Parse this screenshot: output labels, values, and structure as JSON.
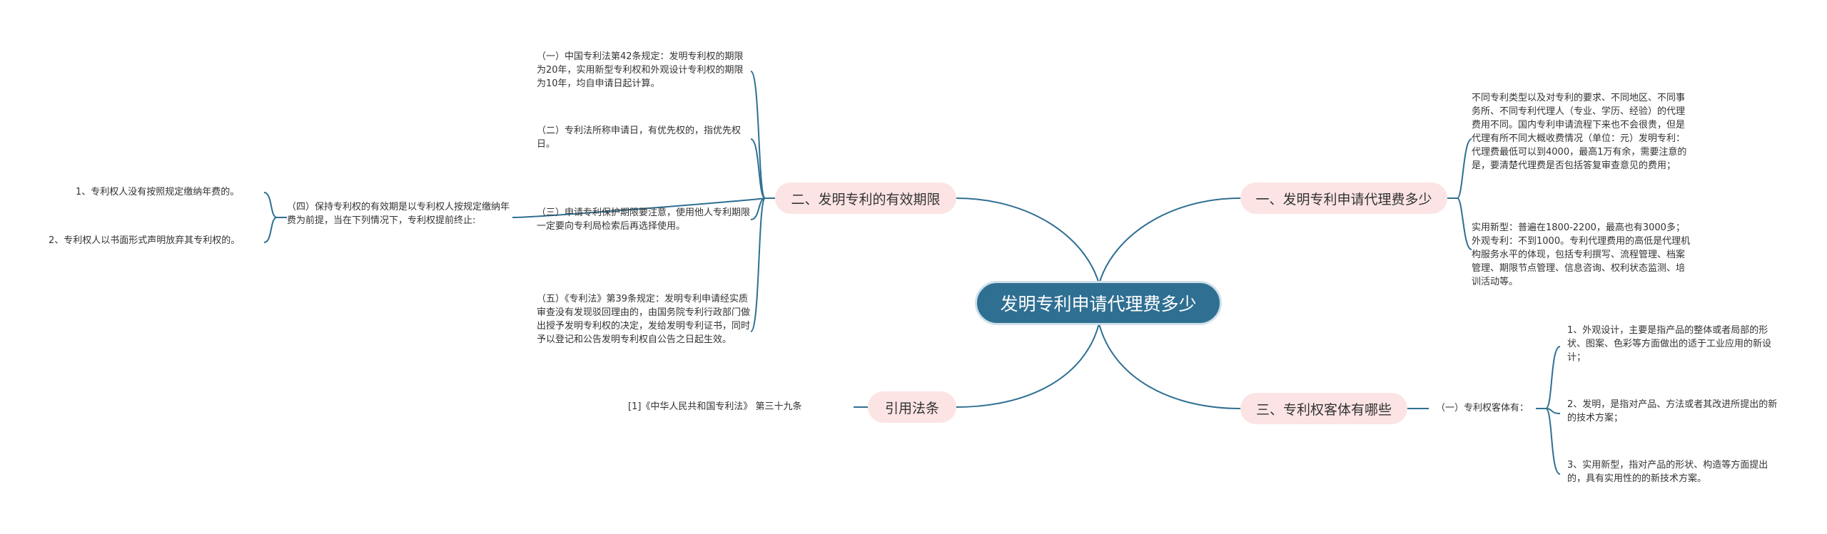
{
  "colors": {
    "root_fill": "#2f6f92",
    "branch_fill": "#fce4e4",
    "line": "#2f6f92",
    "text": "#333333"
  },
  "root": {
    "label": "发明专利申请代理费多少"
  },
  "b1": {
    "label": "一、发明专利申请代理费多少",
    "items": [
      "不同专利类型以及对专利的要求、不同地区、不同事务所、不同专利代理人（专业、学历、经验）的代理费用不同。国内专利申请流程下来也不会很贵，但是代理有所不同大概收费情况（单位：元）发明专利：代理费最低可以到4000，最高1万有余，需要注意的是，要清楚代理费是否包括答复审查意见的费用；",
      "实用新型：普遍在1800-2200，最高也有3000多；外观专利：不到1000。专利代理费用的高低是代理机构服务水平的体现，包括专利撰写、流程管理、档案管理、期限节点管理、信息咨询、权利状态监测、培训活动等。"
    ]
  },
  "b2": {
    "label": "二、发明专利的有效期限",
    "items": [
      "（一）中国专利法第42条规定：发明专利权的期限为20年，实用新型专利权和外观设计专利权的期限为10年，均自申请日起计算。",
      "（二）专利法所称申请日，有优先权的，指优先权日。",
      "（三）申请专利保护期限要注意，使用他人专利期限一定要向专利局检索后再选择使用。",
      "（五）《专利法》第39条规定：发明专利申请经实质审查没有发现驳回理由的，由国务院专利行政部门做出授予发明专利权的决定，发给发明专利证书，同时予以登记和公告发明专利权自公告之日起生效。"
    ],
    "sub": {
      "label": "（四）保持专利权的有效期是以专利权人按规定缴纳年费为前提，当在下列情况下，专利权提前终止:",
      "items": [
        "1、专利权人没有按照规定缴纳年费的。",
        "2、专利权人以书面形式声明放弃其专利权的。"
      ]
    }
  },
  "b3": {
    "label": "三、专利权客体有哪些",
    "sub": {
      "label": "（一）专利权客体有：",
      "items": [
        "1、外观设计，主要是指产品的整体或者局部的形状、图案、色彩等方面做出的适于工业应用的新设计；",
        "2、发明，是指对产品、方法或者其改进所提出的新的技术方案；",
        "3、实用新型，指对产品的形状、构造等方面提出的，具有实用性的的新技术方案。"
      ]
    }
  },
  "b4": {
    "label": "引用法条",
    "items": [
      "[1]《中华人民共和国专利法》 第三十九条"
    ]
  }
}
